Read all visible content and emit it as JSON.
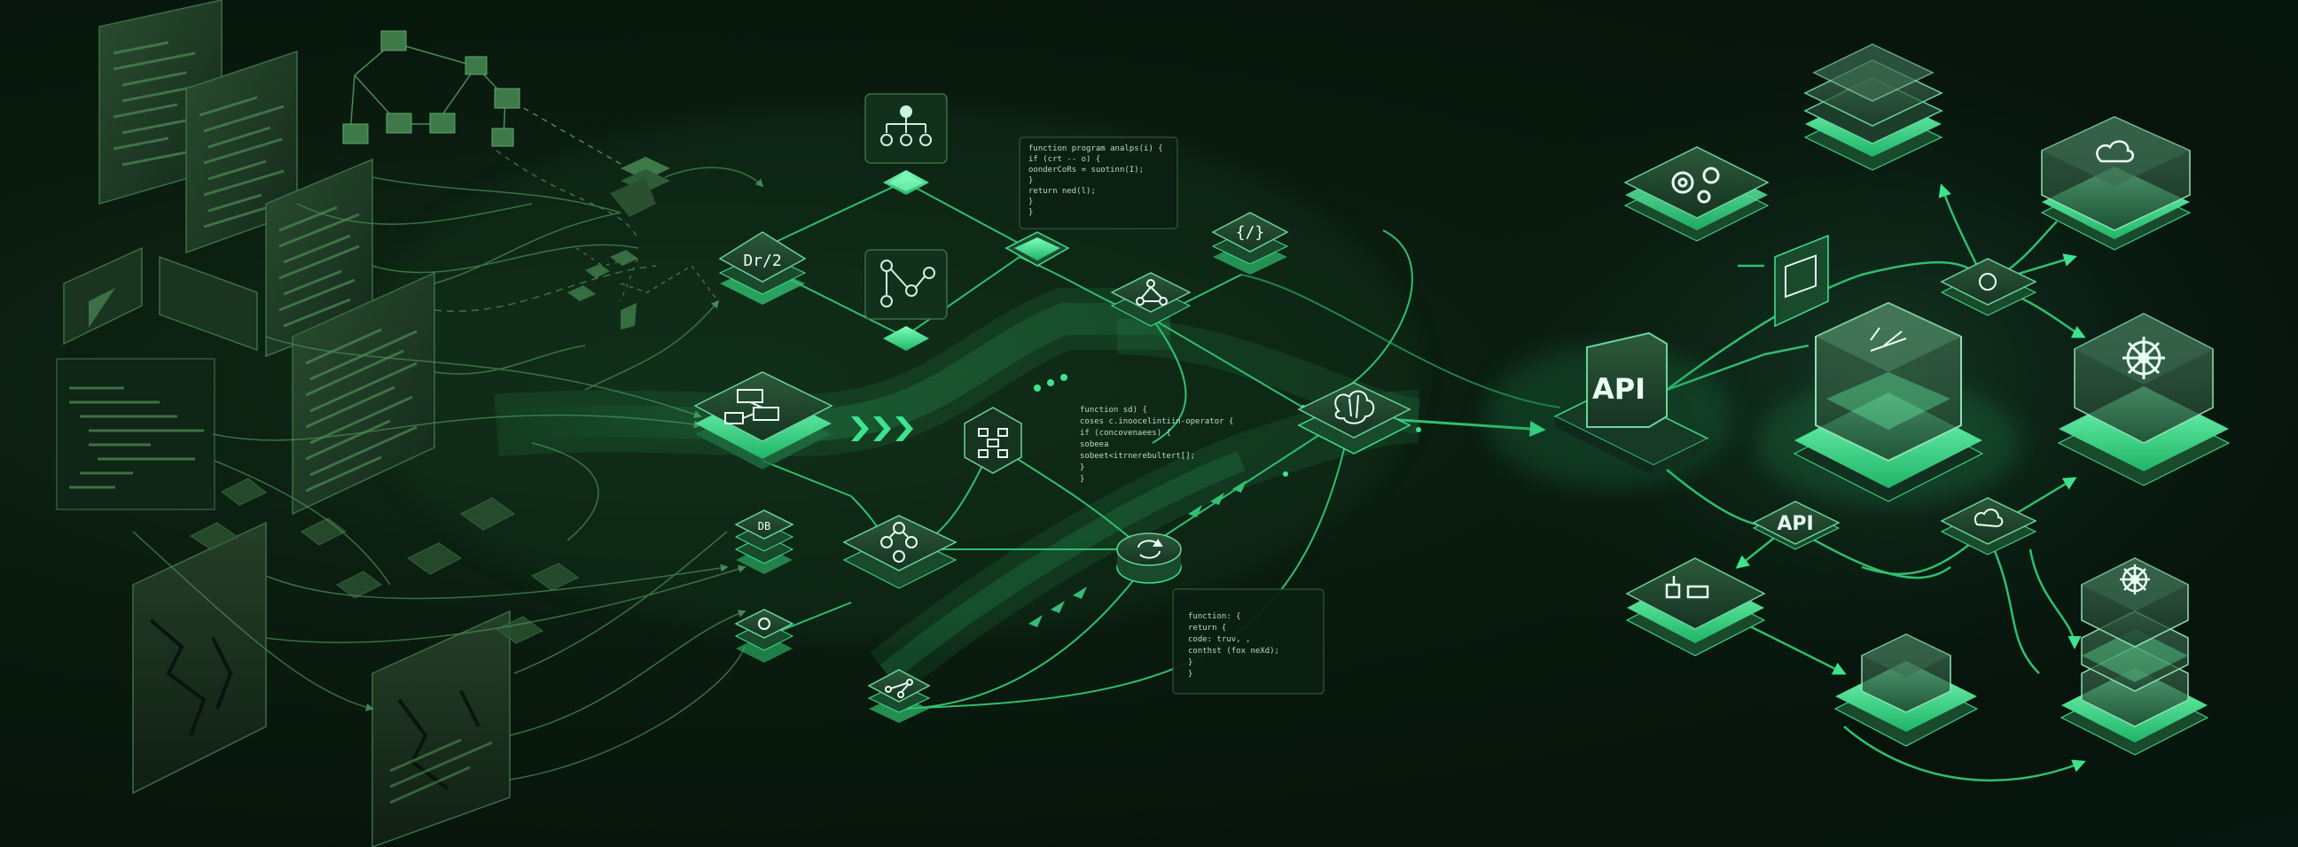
{
  "colors": {
    "background": "#07140c",
    "accent": "#3de38e",
    "glow": "#6bffb0",
    "line": "#2fbf6e",
    "panel": "#1c3a22",
    "panel_edge": "#3a6e44"
  },
  "code_snippets": {
    "top": [
      "function program analps(i) {",
      "  if (crt -- o) {",
      "    oonderCoRs = suotinn(I);",
      "  }",
      "  return ned(l);",
      "  }",
      "}"
    ],
    "middle": [
      "function sd) {",
      "  coses c.inoocelintiin-operator {",
      "  if (concovenaees) {",
      "    sobeea",
      "    sobeet<itrnerebultert[];",
      "  }",
      "}"
    ],
    "bottom": [
      "function: {",
      "  return {",
      "    code: truv, ,",
      "    conthst (fox neXd);",
      "  }",
      "}"
    ]
  },
  "labels": {
    "api_main": "API",
    "api_secondary": "API",
    "small_stack_a": "Dr/2",
    "db_label": "DB"
  },
  "icons": {
    "left": [
      "code-file-icon",
      "broken-file-icon",
      "folder-tree-icon"
    ],
    "middle": [
      "hierarchy-icon",
      "graph-icon",
      "flowchart-icon",
      "workflow-icon",
      "refresh-icon",
      "brain-icon",
      "share-icon",
      "code-bracket-icon"
    ],
    "right": [
      "gears-icon",
      "cloud-icon",
      "kubernetes-helm-icon",
      "cloud-upload-icon",
      "chip-icon",
      "database-icon"
    ]
  }
}
